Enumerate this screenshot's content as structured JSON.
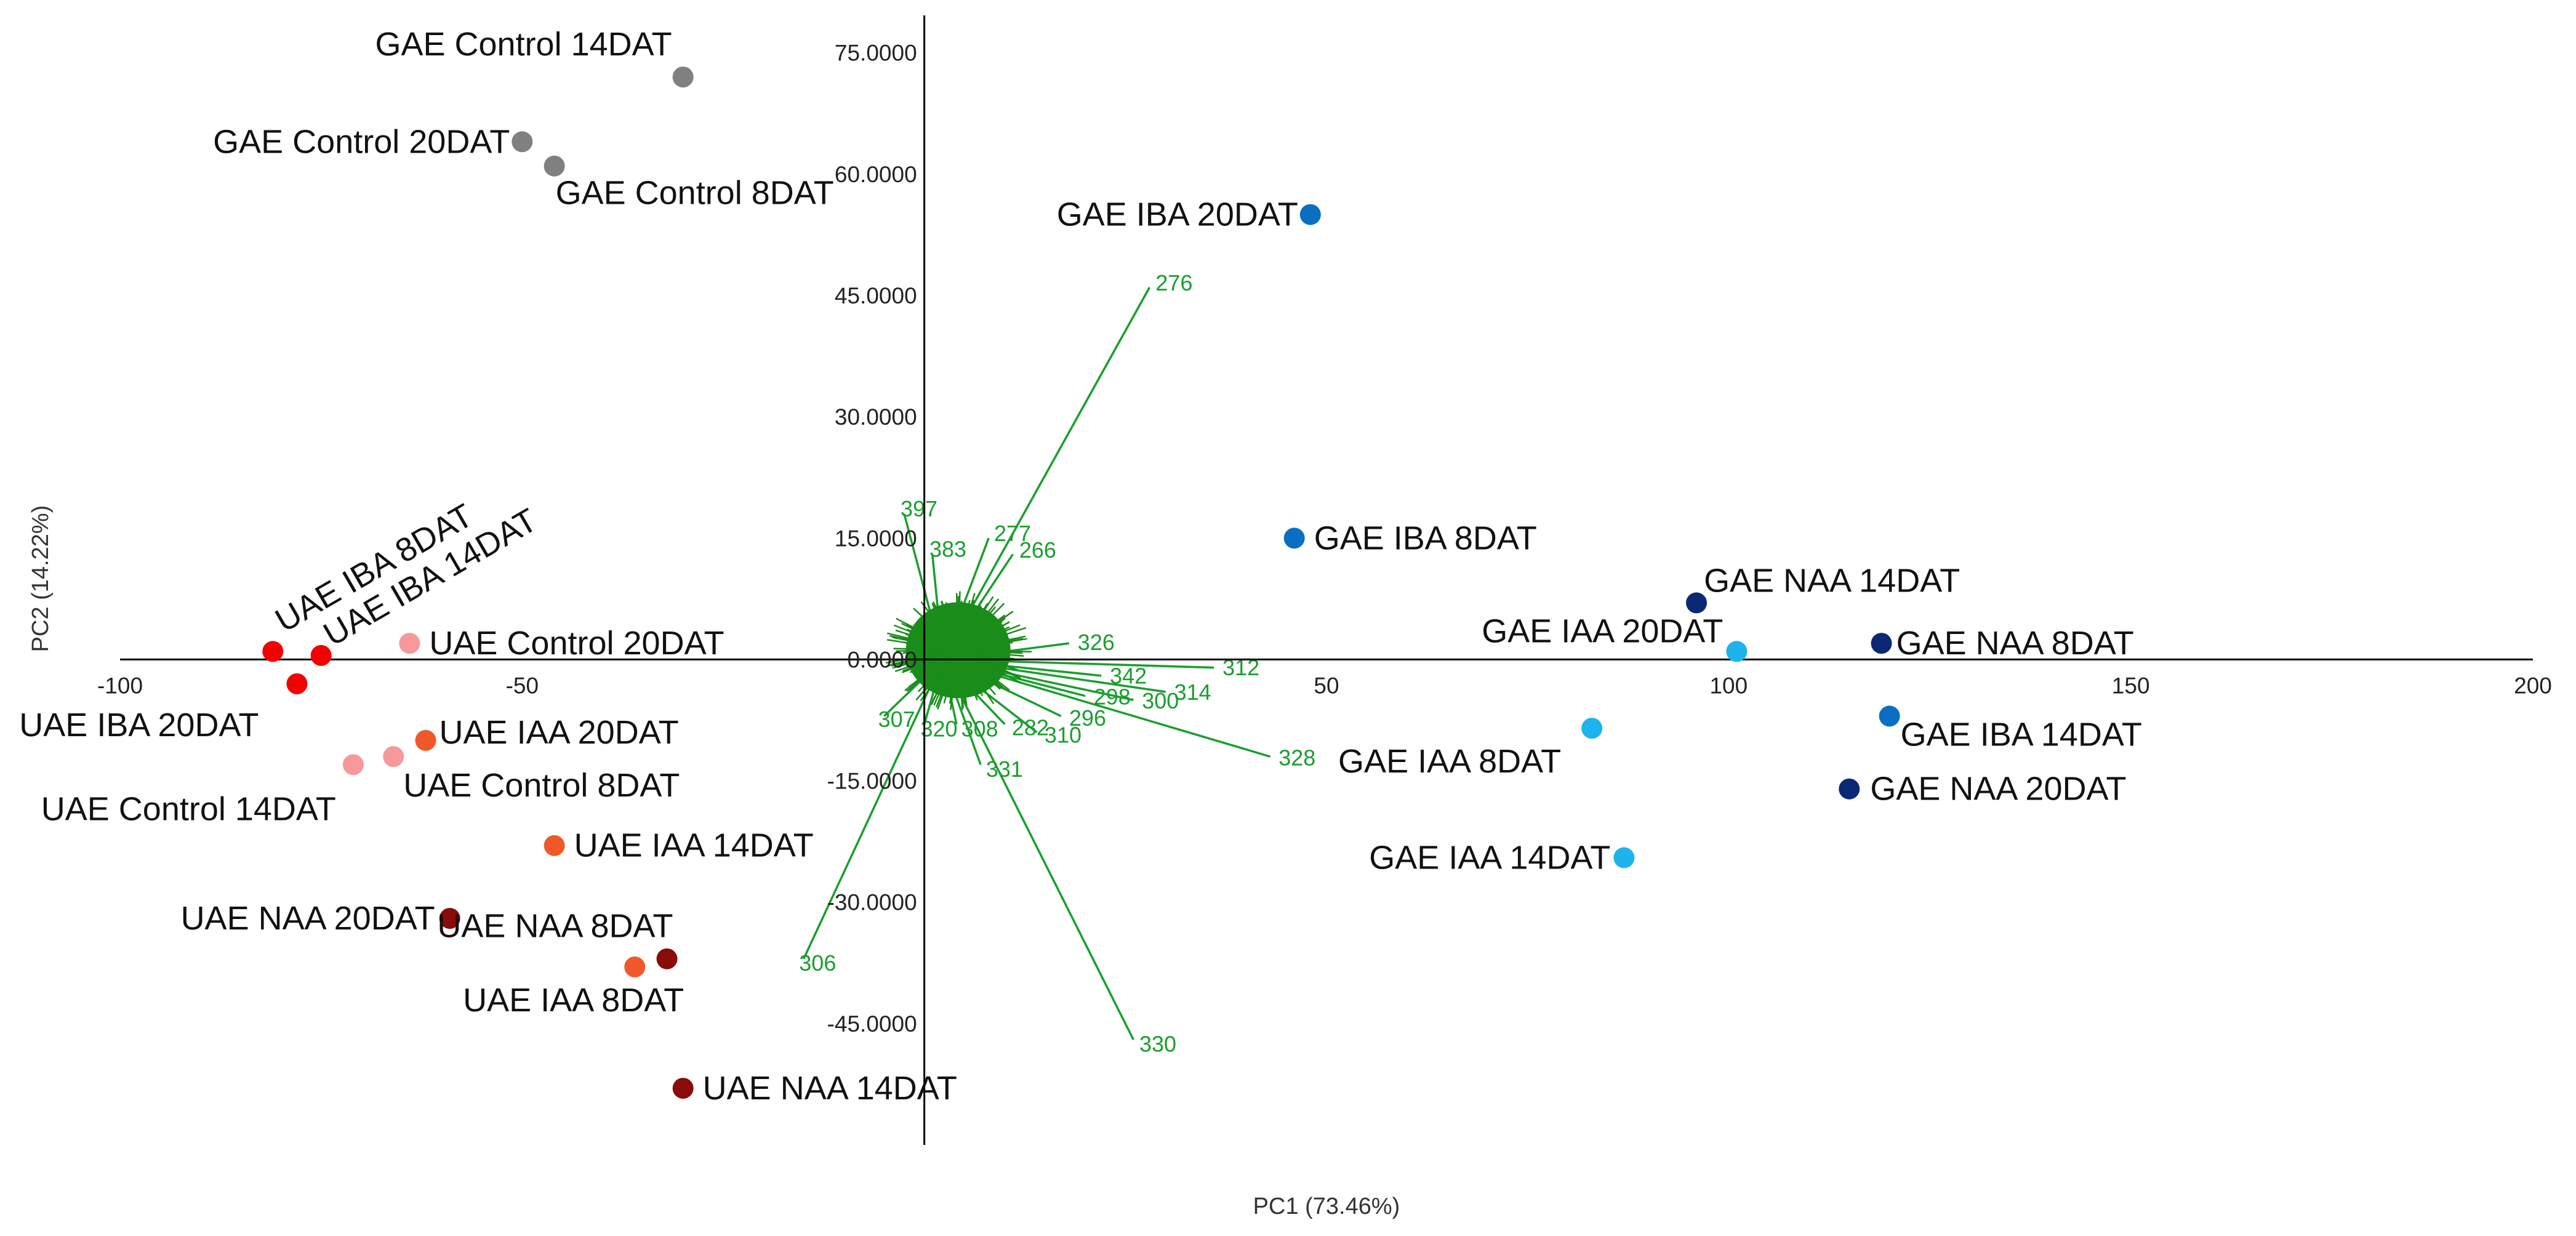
{
  "chart_data": {
    "type": "scatter",
    "subtype": "pca-biplot",
    "xlabel": "PC1 (73.46%)",
    "ylabel": "PC2 (14.22%)",
    "xlim": [
      -100,
      200
    ],
    "ylim": [
      -60,
      80
    ],
    "x_ticks": [
      -100,
      -50,
      50,
      100,
      150,
      200
    ],
    "x_tick_labels": [
      "-100",
      "-50",
      "50",
      "100",
      "150",
      "200"
    ],
    "y_ticks": [
      75,
      60,
      45,
      30,
      15,
      0,
      -15,
      -30,
      -45
    ],
    "y_tick_labels": [
      "75.0000",
      "60.0000",
      "45.0000",
      "30.0000",
      "15.0000",
      "0.0000",
      "-15.0000",
      "-30.0000",
      "-45.0000"
    ],
    "points": [
      {
        "label": "GAE Control 14DAT",
        "x": -30,
        "y": 72,
        "color": "#808080"
      },
      {
        "label": "GAE Control 20DAT",
        "x": -50,
        "y": 64,
        "color": "#808080"
      },
      {
        "label": "GAE Control 8DAT",
        "x": -46,
        "y": 61,
        "color": "#808080"
      },
      {
        "label": "GAE IBA 20DAT",
        "x": 48,
        "y": 55,
        "color": "#0a6fc2"
      },
      {
        "label": "GAE IBA 8DAT",
        "x": 46,
        "y": 15,
        "color": "#0a6fc2"
      },
      {
        "label": "GAE IBA 14DAT",
        "x": 120,
        "y": -7,
        "color": "#0a6fc2"
      },
      {
        "label": "GAE NAA 14DAT",
        "x": 96,
        "y": 7,
        "color": "#0b2877"
      },
      {
        "label": "GAE NAA 8DAT",
        "x": 119,
        "y": 2,
        "color": "#0b2877"
      },
      {
        "label": "GAE NAA 20DAT",
        "x": 115,
        "y": -16,
        "color": "#0b2877"
      },
      {
        "label": "GAE IAA 20DAT",
        "x": 101,
        "y": 1,
        "color": "#1db3ec"
      },
      {
        "label": "GAE IAA 8DAT",
        "x": 83,
        "y": -8.5,
        "color": "#1db3ec"
      },
      {
        "label": "GAE IAA 14DAT",
        "x": 87,
        "y": -24.5,
        "color": "#1db3ec"
      },
      {
        "label": "UAE IBA 8DAT",
        "x": -81,
        "y": 1,
        "color": "#f40000"
      },
      {
        "label": "UAE IBA 14DAT",
        "x": -75,
        "y": 0.5,
        "color": "#f40000"
      },
      {
        "label": "UAE IBA 20DAT",
        "x": -78,
        "y": -3,
        "color": "#f40000"
      },
      {
        "label": "UAE Control 20DAT",
        "x": -64,
        "y": 2,
        "color": "#f5999a"
      },
      {
        "label": "UAE Control 14DAT",
        "x": -71,
        "y": -13,
        "color": "#f5999a"
      },
      {
        "label": "UAE Control 8DAT",
        "x": -66,
        "y": -12,
        "color": "#f5999a"
      },
      {
        "label": "UAE IAA 20DAT",
        "x": -62,
        "y": -10,
        "color": "#f0582a"
      },
      {
        "label": "UAE IAA 14DAT",
        "x": -46,
        "y": -23,
        "color": "#f0582a"
      },
      {
        "label": "UAE IAA 8DAT",
        "x": -36,
        "y": -38,
        "color": "#f0582a"
      },
      {
        "label": "UAE NAA 20DAT",
        "x": -59,
        "y": -32,
        "color": "#8b0a0a"
      },
      {
        "label": "UAE NAA 8DAT",
        "x": -32,
        "y": -37,
        "color": "#8b0a0a"
      },
      {
        "label": "UAE NAA 14DAT",
        "x": -30,
        "y": -53,
        "color": "#8b0a0a"
      }
    ],
    "loadings": [
      {
        "label": "276",
        "x": 28,
        "y": 46
      },
      {
        "label": "397",
        "x": -2.5,
        "y": 18
      },
      {
        "label": "277",
        "x": 8,
        "y": 15
      },
      {
        "label": "266",
        "x": 11,
        "y": 13
      },
      {
        "label": "383",
        "x": 1,
        "y": 13
      },
      {
        "label": "312",
        "x": 36,
        "y": -1
      },
      {
        "label": "314",
        "x": 30,
        "y": -4
      },
      {
        "label": "342",
        "x": 22,
        "y": -2
      },
      {
        "label": "300",
        "x": 26,
        "y": -5
      },
      {
        "label": "326",
        "x": 18,
        "y": 2
      },
      {
        "label": "328",
        "x": 43,
        "y": -12
      },
      {
        "label": "296",
        "x": 17,
        "y": -7
      },
      {
        "label": "310",
        "x": 14,
        "y": -9
      },
      {
        "label": "282",
        "x": 10,
        "y": -8
      },
      {
        "label": "331",
        "x": 7,
        "y": -13
      },
      {
        "label": "307",
        "x": -5,
        "y": -7
      },
      {
        "label": "320",
        "x": 0,
        "y": -8
      },
      {
        "label": "308",
        "x": 4,
        "y": -8
      },
      {
        "label": "298",
        "x": 20,
        "y": -4.5
      },
      {
        "label": "306",
        "x": -15,
        "y": -37
      },
      {
        "label": "330",
        "x": 26,
        "y": -47
      }
    ],
    "loading_cloud_color": "#1a8c1a"
  }
}
